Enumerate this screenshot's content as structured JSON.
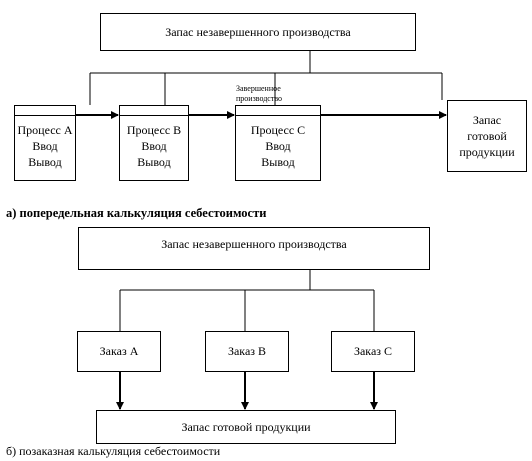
{
  "diagram_a": {
    "wip_box": "Запас незавершенного производства",
    "process_a": {
      "name": "Процесс А",
      "in": "Ввод",
      "out": "Вывод"
    },
    "process_b": {
      "name": "Процесс В",
      "in": "Ввод",
      "out": "Вывод"
    },
    "process_c": {
      "name": "Процесс С",
      "in": "Ввод",
      "out": "Вывод"
    },
    "completed_label_1": "Завершенное",
    "completed_label_2": "производство",
    "finished_goods_1": "Запас",
    "finished_goods_2": "готовой",
    "finished_goods_3": "продукции",
    "caption": "а) попередельная калькуляция себестоимости"
  },
  "diagram_b": {
    "wip_box": "Запас незавершенного производства",
    "order_a": "Заказ А",
    "order_b": "Заказ В",
    "order_c": "Заказ С",
    "finished_goods": "Запас готовой продукции",
    "caption": "б) позаказная калькуляция себестоимости"
  }
}
